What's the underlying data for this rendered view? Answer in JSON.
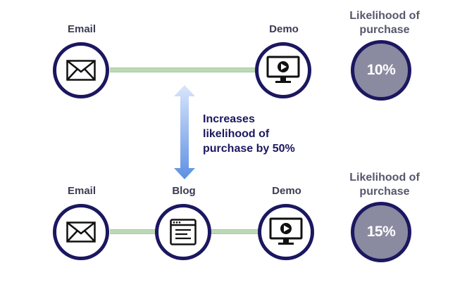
{
  "rows": [
    {
      "nodes": [
        {
          "label": "Email",
          "icon": "envelope-icon"
        },
        {
          "label": "Demo",
          "icon": "monitor-play-icon"
        }
      ],
      "likelihood_label": "Likelihood of purchase",
      "likelihood_value": "10%"
    },
    {
      "nodes": [
        {
          "label": "Email",
          "icon": "envelope-icon"
        },
        {
          "label": "Blog",
          "icon": "browser-page-icon"
        },
        {
          "label": "Demo",
          "icon": "monitor-play-icon"
        }
      ],
      "likelihood_label": "Likelihood of purchase",
      "likelihood_value": "15%"
    }
  ],
  "annotation": {
    "lines": [
      "Increases",
      "likelihood of",
      "purchase by 50%"
    ]
  },
  "colors": {
    "node_border": "#1b1760",
    "connector": "#bcd9b6",
    "result_fill": "#8a8aa0",
    "arrow": "#6a97e6"
  }
}
